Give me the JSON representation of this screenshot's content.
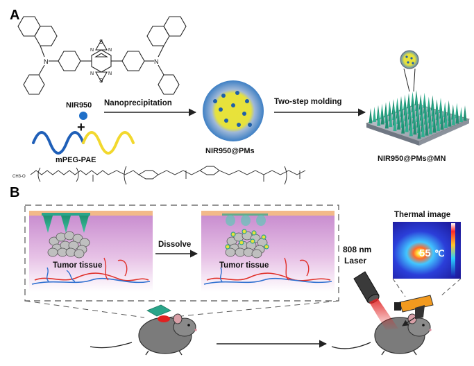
{
  "panels": {
    "a": "A",
    "b": "B"
  },
  "panel_a": {
    "dye_name": "NIR950",
    "plus_sign": "+",
    "polymer_name": "mPEG-PAE",
    "step1_label": "Nanoprecipitation",
    "micelle_name": "NIR950@PMs",
    "step2_label": "Two-step molding",
    "patch_name": "NIR950@PMs@MN",
    "structure_atoms": {
      "thiadiazole_s": "S",
      "thiadiazole_n": "N",
      "amine_n": "N",
      "methoxy": "CH3-O"
    }
  },
  "panel_b": {
    "tissue_label_left": "Tumor tissue",
    "dissolve_label": "Dissolve",
    "tissue_label_right": "Tumor tissue",
    "laser_wavelength": "808 nm",
    "laser_word": "Laser",
    "thermal_title": "Thermal image",
    "thermal_temp": "55",
    "thermal_unit": "℃"
  },
  "colors": {
    "micelle_core": "#e8e23a",
    "micelle_shell": "#3d7fc4",
    "dot_blue": "#1f5fa8",
    "needle_green": "#2aa58a",
    "skin_top": "#f2b98a",
    "tissue_pink": "#d99ad6",
    "vessel_red": "#e0302a",
    "vessel_blue": "#2d6fd0",
    "wave_blue": "#1f5fb8",
    "wave_yellow": "#f2d82e",
    "laser_red": "#e02020"
  }
}
